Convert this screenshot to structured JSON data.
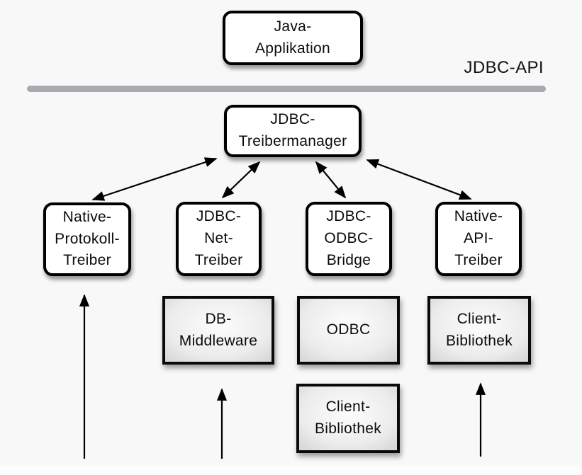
{
  "diagram": {
    "api_label": "JDBC-API",
    "nodes": {
      "java_app": {
        "label": "Java-\nApplikation",
        "style": "white-rounded"
      },
      "treibermanager": {
        "label": "JDBC-\nTreibermanager",
        "style": "white-rounded"
      },
      "native_protokoll_treiber": {
        "label": "Native-\nProtokoll-\nTreiber",
        "style": "white-rounded"
      },
      "jdbc_net_treiber": {
        "label": "JDBC-\nNet-\nTreiber",
        "style": "white-rounded"
      },
      "jdbc_odbc_bridge": {
        "label": "JDBC-\nODBC-\nBridge",
        "style": "white-rounded"
      },
      "native_api_treiber": {
        "label": "Native-\nAPI-\nTreiber",
        "style": "white-rounded"
      },
      "db_middleware": {
        "label": "DB-\nMiddleware",
        "style": "gray-gradient"
      },
      "odbc": {
        "label": "ODBC",
        "style": "gray-gradient"
      },
      "client_bibliothek_native_api": {
        "label": "Client-\nBibliothek",
        "style": "gray-gradient"
      },
      "client_bibliothek_odbc": {
        "label": "Client-\nBibliothek",
        "style": "gray-gradient"
      }
    },
    "edges": [
      {
        "from": "treibermanager",
        "to": "native_protokoll_treiber",
        "type": "bidirectional"
      },
      {
        "from": "treibermanager",
        "to": "jdbc_net_treiber",
        "type": "bidirectional"
      },
      {
        "from": "treibermanager",
        "to": "jdbc_odbc_bridge",
        "type": "bidirectional"
      },
      {
        "from": "treibermanager",
        "to": "native_api_treiber",
        "type": "bidirectional"
      },
      {
        "from": "bottom-edge",
        "to": "native_protokoll_treiber",
        "type": "arrow-up"
      },
      {
        "from": "bottom-edge",
        "to": "db_middleware",
        "type": "arrow-up"
      },
      {
        "from": "bottom-edge",
        "to": "client_bibliothek_native_api",
        "type": "arrow-up"
      }
    ],
    "colors": {
      "background": "#f8f8f8",
      "divider_line": "#a9a9ae",
      "box_border": "#000000",
      "white_box_fill": "#ffffff",
      "gray_box_center": "#fdfdfd",
      "gray_box_edge": "#c7c7c7",
      "arrow": "#000000",
      "text": "#0b0b0b"
    }
  }
}
